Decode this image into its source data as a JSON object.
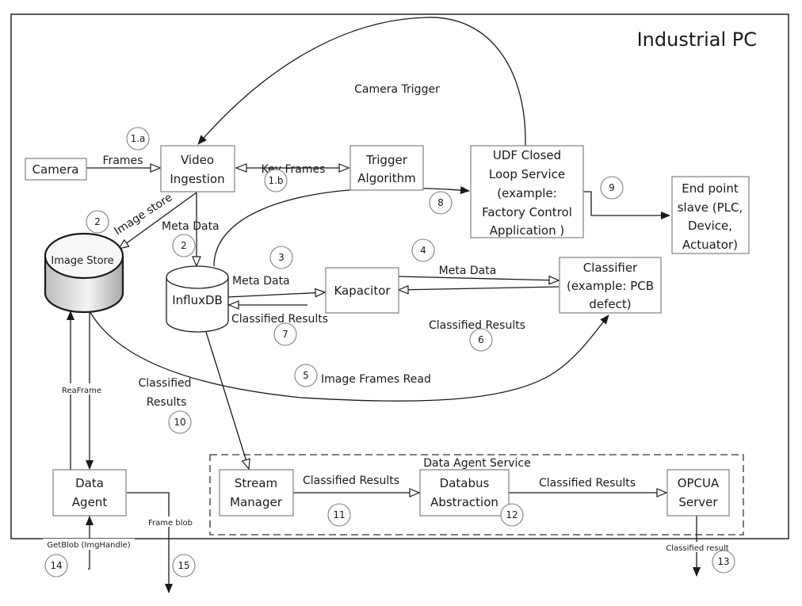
{
  "container": {
    "title": "Industrial PC",
    "subgroup_title": "Data Agent Service"
  },
  "nodes": {
    "camera": [
      "Camera"
    ],
    "video_ingestion": [
      "Video",
      "Ingestion"
    ],
    "trigger_algorithm": [
      "Trigger",
      "Algorithm"
    ],
    "udf_closed_loop": [
      "UDF Closed",
      "Loop Service",
      "(example:",
      "Factory Control",
      "Application )"
    ],
    "end_point": [
      "End point",
      "slave (PLC,",
      "Device,",
      "Actuator)"
    ],
    "image_store": [
      "Image Store"
    ],
    "influxdb": [
      "InfluxDB"
    ],
    "kapacitor": [
      "Kapacitor"
    ],
    "classifier": [
      "Classifier",
      "(example: PCB",
      "defect)"
    ],
    "data_agent": [
      "Data",
      "Agent"
    ],
    "stream_manager": [
      "Stream",
      "Manager"
    ],
    "databus_abstraction": [
      "Databus",
      "Abstraction"
    ],
    "opcua_server": [
      "OPCUA",
      "Server"
    ]
  },
  "edges": {
    "frames": "Frames",
    "key_frames": "Key Frames",
    "camera_trigger": "Camera Trigger",
    "image_store": "Image store",
    "meta_data_vi": "Meta Data",
    "meta_data_influx": "Meta Data",
    "classified_results_7": "Classified Results",
    "meta_data_classifier": "Meta Data",
    "classified_results_6": "Classified Results",
    "image_frames_read": "Image Frames Read",
    "classified_results_10_a": "Classified",
    "classified_results_10_b": "Results",
    "rea_frame": "ReaFrame",
    "classified_results_11": "Classified Results",
    "classified_results_12": "Classified Results",
    "frame_blob": "Frame blob",
    "get_blob": "GetBlob (ImgHandle)",
    "classified_result_13": "Classified result"
  },
  "steps": {
    "s1a": "1.a",
    "s1b": "1.b",
    "s2a": "2",
    "s2b": "2",
    "s3": "3",
    "s4": "4",
    "s5": "5",
    "s6": "6",
    "s7": "7",
    "s8": "8",
    "s9": "9",
    "s10": "10",
    "s11": "11",
    "s12": "12",
    "s13": "13",
    "s14": "14",
    "s15": "15"
  }
}
